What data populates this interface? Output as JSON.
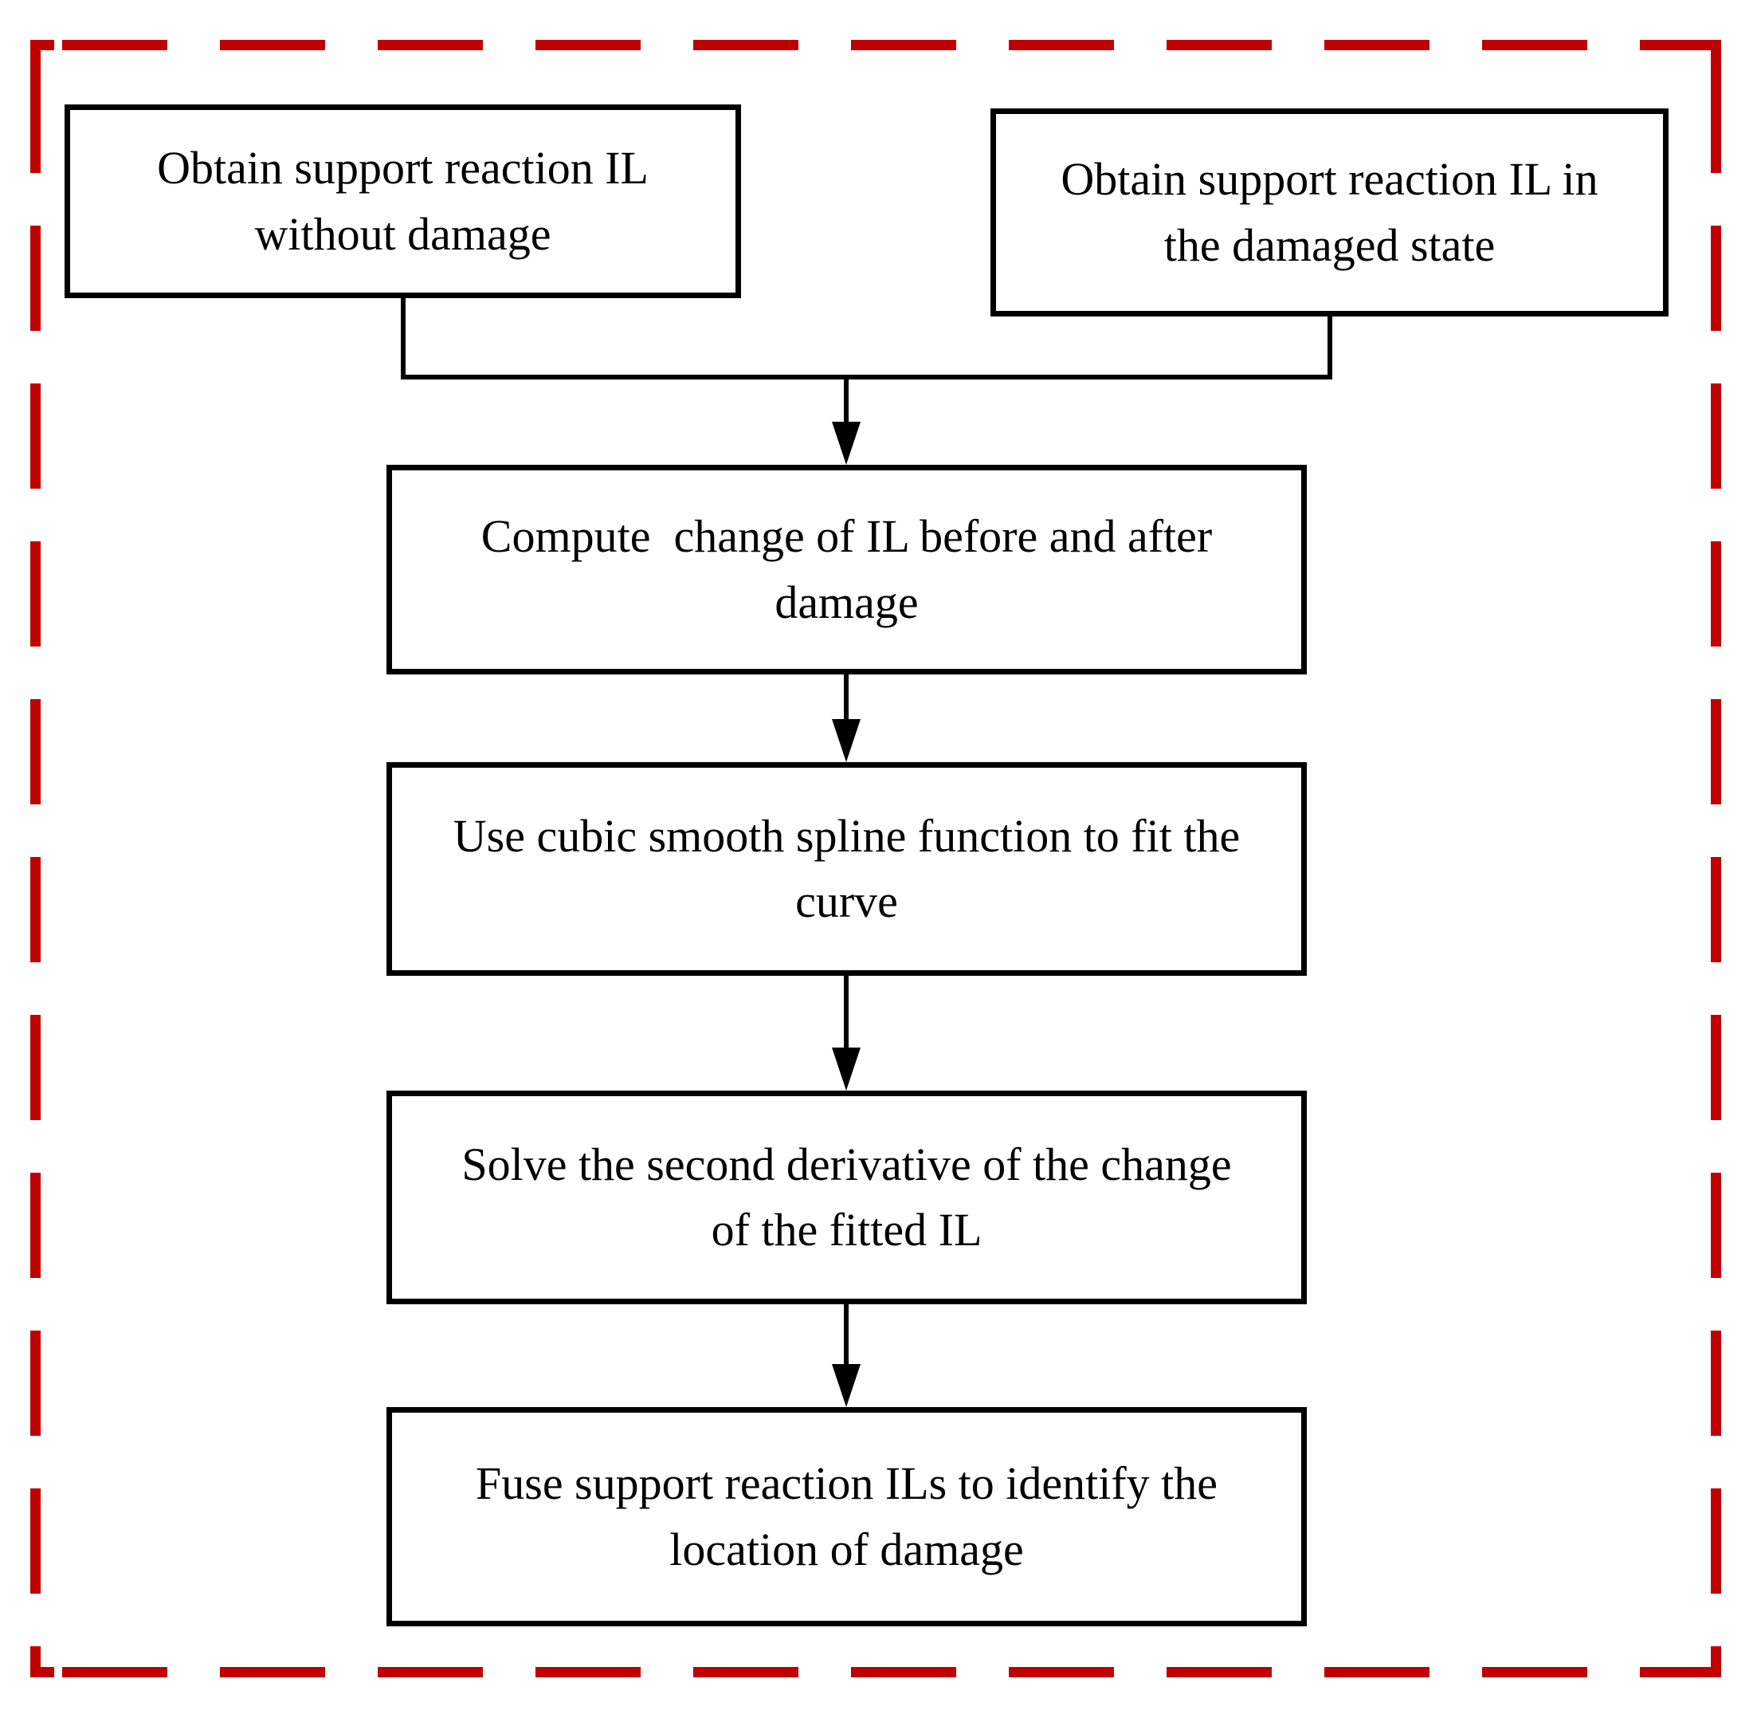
{
  "figure": {
    "type": "flowchart",
    "border_color": "#c00000",
    "line_color": "#000000",
    "box_fill": "#ffffff",
    "nodes": [
      {
        "id": "obtain-il-undamaged",
        "label": "Obtain support reaction IL\nwithout damage"
      },
      {
        "id": "obtain-il-damaged",
        "label": "Obtain support reaction IL in\nthe damaged state"
      },
      {
        "id": "compute-change",
        "label": "Compute  change of IL before and after\ndamage"
      },
      {
        "id": "spline-fit",
        "label": "Use cubic smooth spline function to fit the\ncurve"
      },
      {
        "id": "second-derivative",
        "label": "Solve the second derivative of the change\nof the fitted IL"
      },
      {
        "id": "fuse-identify",
        "label": "Fuse support reaction ILs to identify the\nlocation of damage"
      }
    ],
    "edges": [
      {
        "from": "obtain-il-undamaged",
        "to": "compute-change"
      },
      {
        "from": "obtain-il-damaged",
        "to": "compute-change"
      },
      {
        "from": "compute-change",
        "to": "spline-fit"
      },
      {
        "from": "spline-fit",
        "to": "second-derivative"
      },
      {
        "from": "second-derivative",
        "to": "fuse-identify"
      }
    ]
  }
}
